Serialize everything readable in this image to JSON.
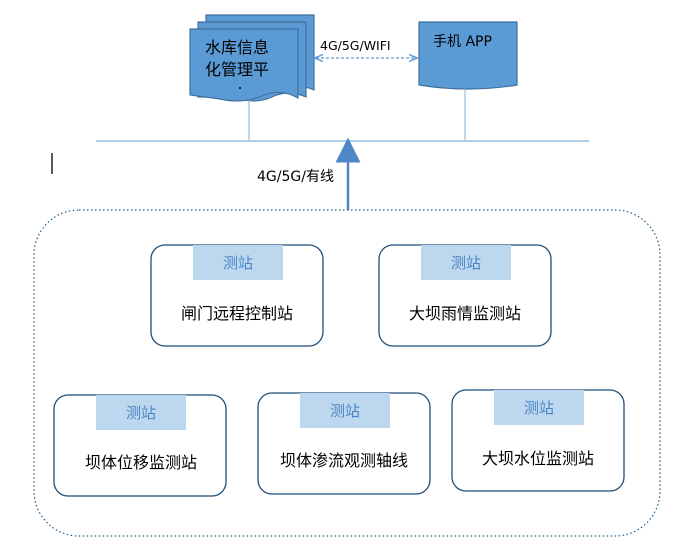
{
  "platform": {
    "label_line1": "水库信息",
    "label_line2": "化管理平"
  },
  "app": {
    "label": "手机 APP"
  },
  "links": {
    "wireless": "4G/5G/WIFI",
    "uplink": "4G/5G/有线"
  },
  "stations": [
    {
      "tag": "测站",
      "name": "闸门远程控制站"
    },
    {
      "tag": "测站",
      "name": "大坝雨情监测站"
    },
    {
      "tag": "测站",
      "name": "坝体位移监测站"
    },
    {
      "tag": "测站",
      "name": "坝体渗流观测轴线"
    },
    {
      "tag": "测站",
      "name": "大坝水位监测站"
    }
  ],
  "colors": {
    "box_fill": "#5b9bd5",
    "box_stroke": "#41719c",
    "tag_fill": "#bdd7ee",
    "tag_text": "#4a86c5",
    "line": "#7fb2d9",
    "arrow": "#4f86c6",
    "outline": "#1f5f8b"
  }
}
